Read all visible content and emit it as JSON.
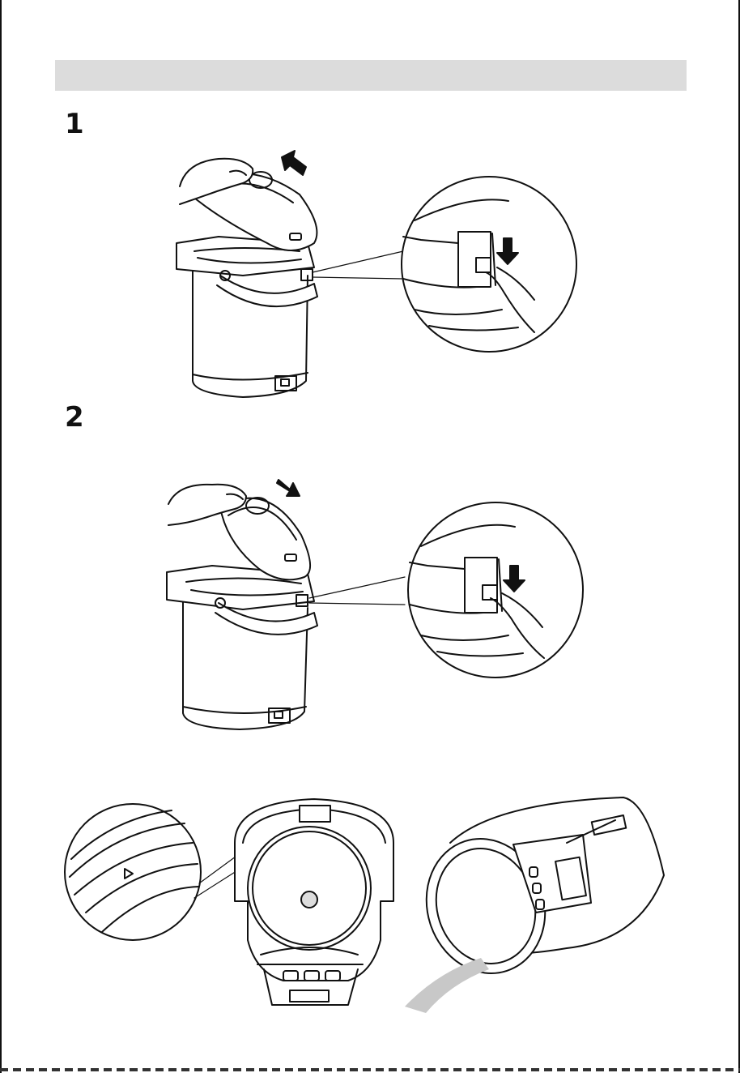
{
  "steps": [
    {
      "number": "1"
    },
    {
      "number": "2"
    }
  ],
  "illustrations": {
    "step1": "remove-lid-illustration",
    "step2": "attach-lid-illustration",
    "bottom": "lid-alignment-illustration"
  },
  "colors": {
    "header_bar": "#dcdcdc",
    "line": "#111111",
    "accent_gray": "#c8c8c8"
  }
}
